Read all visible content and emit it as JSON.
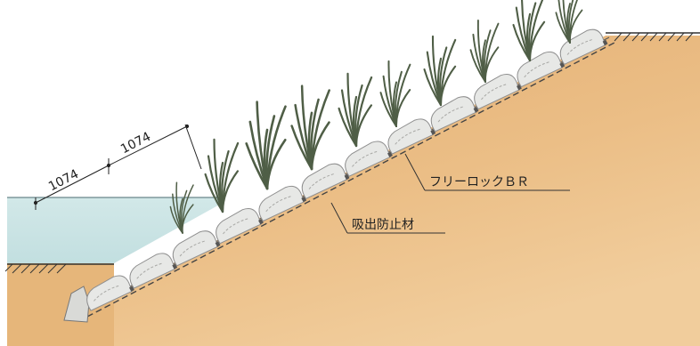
{
  "dimensions": {
    "span_left": "1074",
    "span_right": "1074"
  },
  "labels": {
    "block": "フリーロックＢＲ",
    "filter": "吸出防止材"
  },
  "colors": {
    "soil": "#e9b97f",
    "water": "#c9e3e4",
    "block": "#e7e8e6",
    "block_edge": "#8f8f8f",
    "plant": "#4f5e46",
    "line": "#333333"
  }
}
